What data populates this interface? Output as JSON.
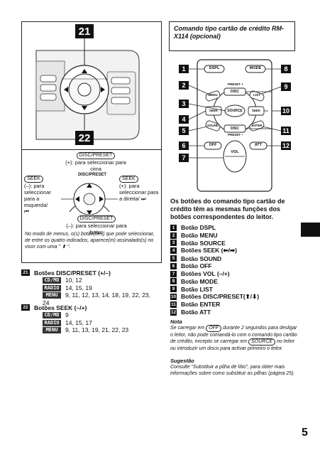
{
  "figure_left": {
    "callout_top": "21",
    "callout_bottom": "22",
    "disc_preset_up_pill": "DISC/PRESET",
    "disc_preset_up_text": "(+): para seleccionar para cima",
    "seek_left_pill": "SEEK",
    "seek_left_text": "(–): para seleccionar para a esquerda/",
    "seek_left_icon": "⏮",
    "seek_right_pill": "SEEK",
    "seek_right_text": "(+): para seleccionar para a direita/",
    "seek_right_icon": "⏭",
    "disc_preset_down_pill": "DISC/PRESET",
    "disc_preset_down_text": "(–): para seleccionar para baixo",
    "dial_disc_preset": "DISC/PRESET",
    "note": "No modo de menus, o(s) botão(ões) que pode seleccionar, de entre os quatro indicados, aparece(m) assinalado(s) no visor com uma \" ⬍ \"."
  },
  "header": {
    "title": "Comando tipo cartão de crédito RM-X114 (opcional)"
  },
  "remote": {
    "buttons": {
      "dspl": "DSPL",
      "mode": "MODE",
      "menu": "MENU",
      "list": "LIST",
      "disc_plus": "DISC",
      "disc_minus": "DISC",
      "source": "SOURCE",
      "seek_left": "SEEK",
      "seek_right": "SEEK",
      "sound": "SOUND",
      "enter": "ENTER",
      "off": "OFF",
      "att": "ATT",
      "vol": "VOL",
      "preset_plus": "PRESET +",
      "preset_minus": "PRESET –"
    },
    "callouts": [
      "1",
      "2",
      "3",
      "4",
      "5",
      "6",
      "7",
      "8",
      "9",
      "10",
      "11",
      "12"
    ]
  },
  "description": "Os botões do comando tipo cartão de crédito têm as mesmas funções dos botões correspondentes do leitor.",
  "button_list": [
    {
      "n": "1",
      "label": "Botão DSPL"
    },
    {
      "n": "2",
      "label": "Botão MENU"
    },
    {
      "n": "3",
      "label": "Botão SOURCE"
    },
    {
      "n": "4",
      "label": "Botões SEEK (⬅/➡)"
    },
    {
      "n": "5",
      "label": "Botão SOUND"
    },
    {
      "n": "6",
      "label": "Botão OFF"
    },
    {
      "n": "7",
      "label": "Botões VOL (–/+)"
    },
    {
      "n": "8",
      "label": "Botão MODE"
    },
    {
      "n": "9",
      "label": "Botão LIST"
    },
    {
      "n": "10",
      "label": "Botões DISC/PRESET(⬆/⬇)"
    },
    {
      "n": "11",
      "label": "Botão ENTER"
    },
    {
      "n": "12",
      "label": "Botão ATT"
    }
  ],
  "functions": [
    {
      "n": "21",
      "title": "Botões DISC/PRESET (+/–)",
      "rows": [
        {
          "tag": "CD/MD",
          "text": "10, 12"
        },
        {
          "tag": "RADIO",
          "text": "14, 15, 19"
        },
        {
          "tag": "MENU",
          "text": "9, 11, 12, 13, 14, 18, 19, 22, 23,"
        }
      ],
      "wrap": "24"
    },
    {
      "n": "22",
      "title": "Botões SEEK (–/+)",
      "rows": [
        {
          "tag": "CD/MD",
          "text": "9"
        },
        {
          "tag": "RADIO",
          "text": "14, 15, 17"
        },
        {
          "tag": "MENU",
          "text": "9, 11, 13, 19, 21, 22, 23"
        }
      ]
    }
  ],
  "nota": {
    "title": "Nota",
    "pre": "Se carregar em",
    "pill_off": "OFF",
    "mid": "durante 2 segundos para desligar o leitor, não pode comandá-lo com o comando tipo cartão de crédito, excepto se carregar em",
    "pill_source": "SOURCE",
    "post": "no leitor ou introduzir um disco para activar primeiro o leitor."
  },
  "sugestao": {
    "title": "Sugestão",
    "text": "Consulte \"Substituir a pilha de lítio\", para obter mais informações sobre como substituir as pilhas (página 25)."
  },
  "page_number": "5"
}
